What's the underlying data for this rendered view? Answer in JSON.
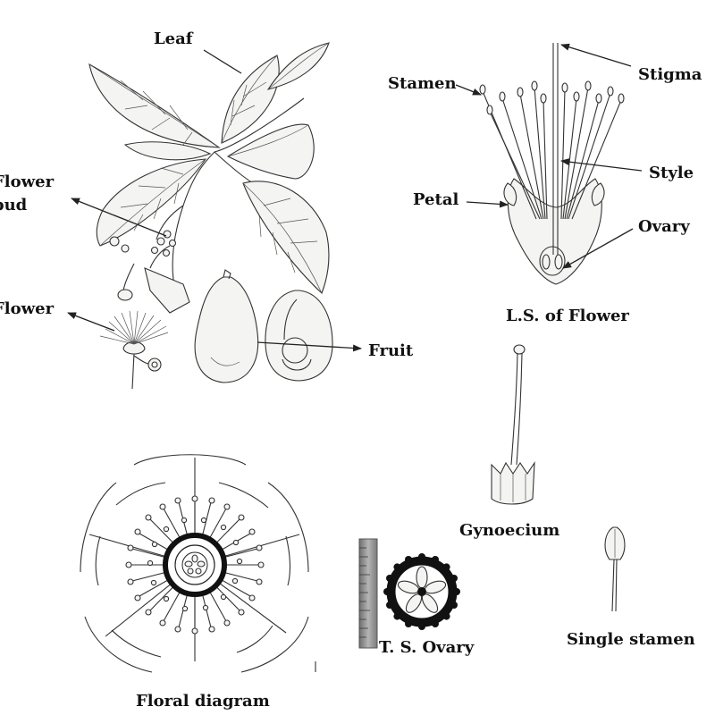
{
  "labels": {
    "leaf": "Leaf",
    "flower_bud_line1": "Flower",
    "flower_bud_line2": "bud",
    "flower": "Flower",
    "fruit": "Fruit",
    "stamen": "Stamen",
    "stigma": "Stigma",
    "style": "Style",
    "petal": "Petal",
    "ovary": "Ovary"
  },
  "captions": {
    "ls_flower": "L.S. of Flower",
    "gynoecium": "Gynoecium",
    "single_stamen": "Single stamen",
    "ts_ovary": "T. S. Ovary",
    "floral_diagram": "Floral diagram"
  },
  "colors": {
    "ink": "#222222",
    "background": "#ffffff",
    "ruler": "#8a8a8a"
  }
}
